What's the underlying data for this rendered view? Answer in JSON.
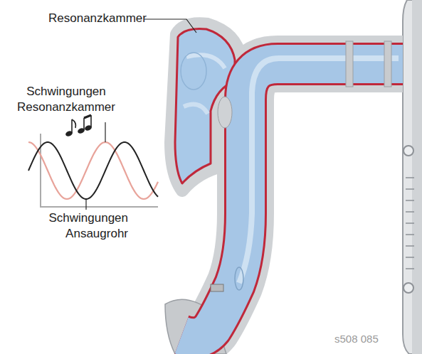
{
  "diagram": {
    "labels": [
      "Resonanzkammer",
      "Schwingungen Resonanzkammer",
      "Schwingungen Ansaugrohr",
      "s508 085"
    ]
  }
}
